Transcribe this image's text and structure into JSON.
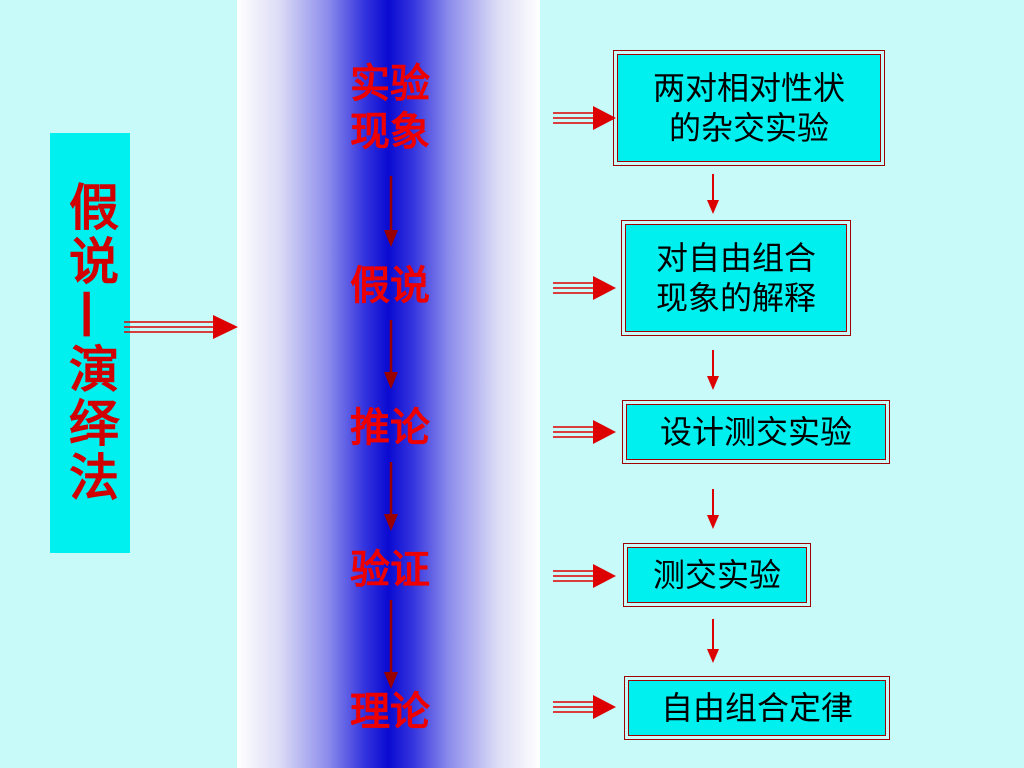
{
  "left_label": "假说—演绎法",
  "stages": [
    {
      "line1": "实验",
      "line2": "现象"
    },
    {
      "line1": "假说",
      "line2": ""
    },
    {
      "line1": "推论",
      "line2": ""
    },
    {
      "line1": "验证",
      "line2": ""
    },
    {
      "line1": "理论",
      "line2": ""
    }
  ],
  "boxes": [
    {
      "line1": "两对相对性状",
      "line2": "的杂交实验"
    },
    {
      "line1": "对自由组合",
      "line2": "现象的解释"
    },
    {
      "line1": "设计测交实验",
      "line2": ""
    },
    {
      "line1": "测交实验",
      "line2": ""
    },
    {
      "line1": "自由组合定律",
      "line2": ""
    }
  ],
  "colors": {
    "background": "#c8fafa",
    "box_fill": "#00f0f0",
    "text_red": "#ee0000",
    "arrow_red": "#dd0000",
    "arrow_dark_red": "#990000",
    "band_center": "#0a0ad2"
  }
}
